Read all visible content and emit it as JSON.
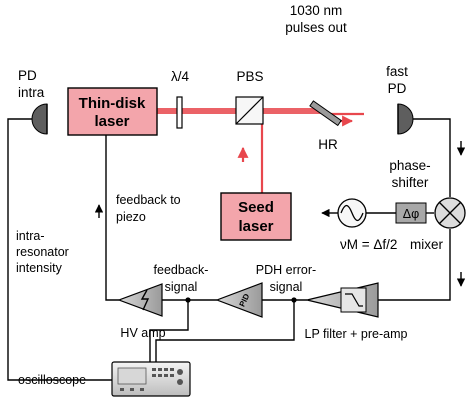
{
  "output_label_line1": "1030 nm",
  "output_label_line2": "pulses out",
  "pd_intra_line1": "PD",
  "pd_intra_line2": "intra",
  "thin_disk_line1": "Thin-disk",
  "thin_disk_line2": "laser",
  "quarter_wave": "λ/4",
  "pbs": "PBS",
  "hr": "HR",
  "fast_pd_line1": "fast",
  "fast_pd_line2": "PD",
  "phase_shifter_line1": "phase-",
  "phase_shifter_line2": "shifter",
  "delta_phi": "Δφ",
  "seed_line1": "Seed",
  "seed_line2": "laser",
  "freq_relation": "νM = Δf/2",
  "mixer": "mixer",
  "feedback_piezo_line1": "feedback to",
  "feedback_piezo_line2": "piezo",
  "intra_line1": "intra-",
  "intra_line2": "resonator",
  "intra_line3": "intensity",
  "feedback_signal_line1": "feedback-",
  "feedback_signal_line2": "signal",
  "pdh_line1": "PDH error-",
  "pdh_line2": "signal",
  "hv_amp": "HV amp",
  "lp_filter": "LP filter + pre-amp",
  "oscilloscope": "oscilloscope",
  "pid_label": "PID"
}
